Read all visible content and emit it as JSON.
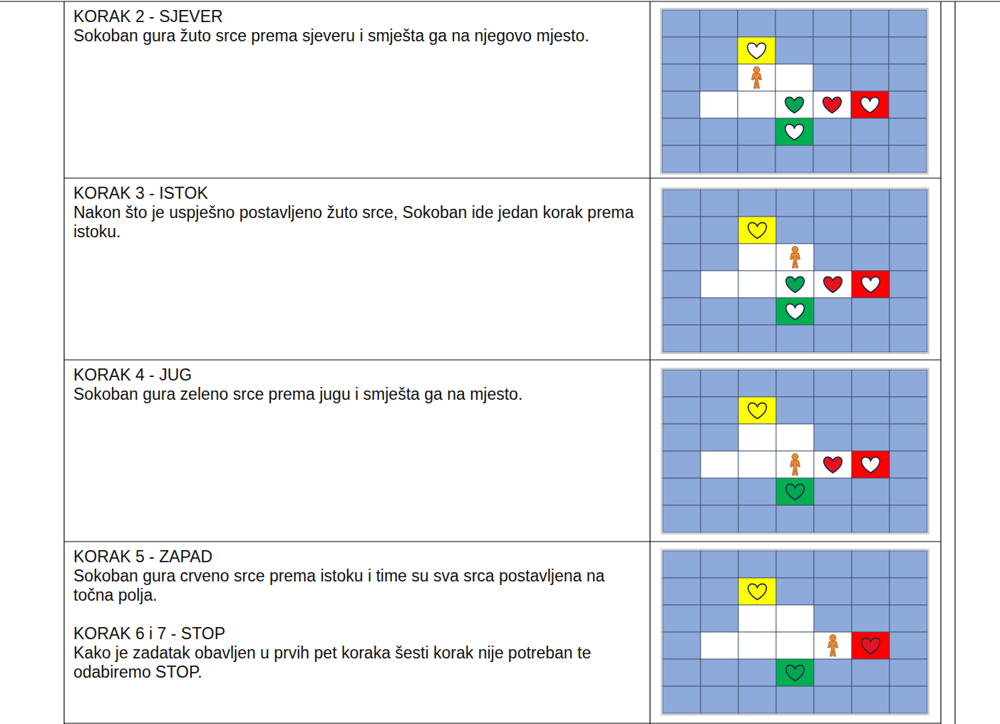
{
  "diagram": {
    "nodes": [
      {
        "text": [
          "KORAK 2 - SJEVER",
          "Sokoban gura žuto srce prema sjeveru i smješta ga na njegovo mjesto."
        ]
      },
      {
        "text": [
          "KORAK 3 - ISTOK",
          "Nakon što je uspješno postavljeno žuto srce, Sokoban ide jedan korak prema istoku."
        ]
      },
      {
        "text": [
          "KORAK 4 - JUG",
          "Sokoban gura zeleno srce prema jugu i smješta ga na mjesto."
        ]
      },
      {
        "text": [
          "KORAK 5 - ZAPAD",
          "Sokoban gura crveno srce prema istoku i time su sva srca postavljena na točna polja.",
          "KORAK 6 i 7 - STOP",
          "Kako je zadatak obavljen u prvih pet koraka šesti korak nije potreban te odabiremo STOP."
        ]
      }
    ],
    "edges": []
  }
}
